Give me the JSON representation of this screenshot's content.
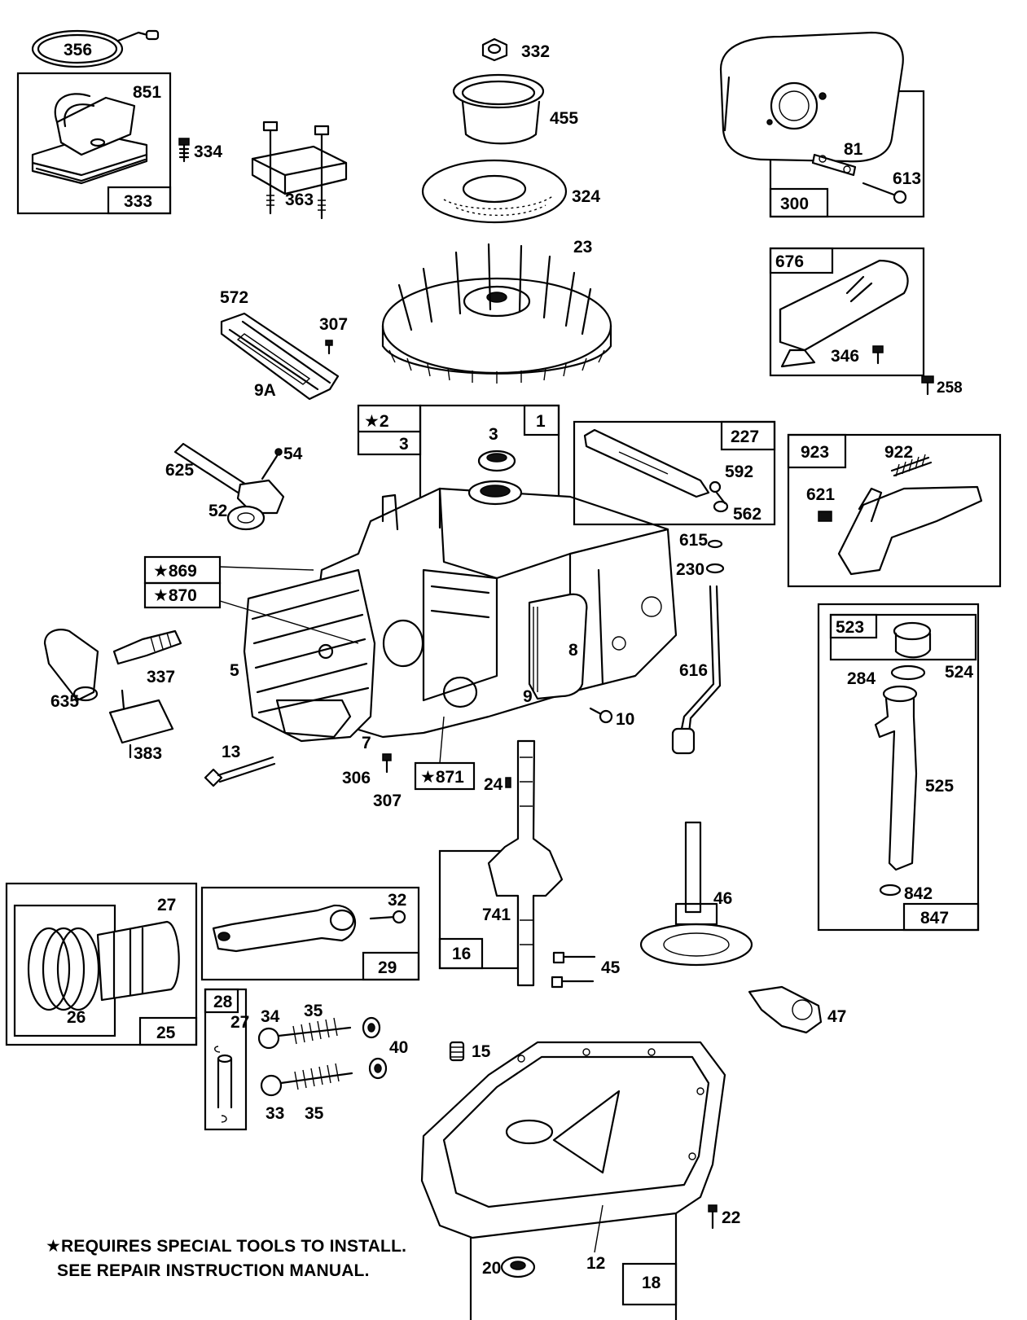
{
  "parts": {
    "p356": "356",
    "p851": "851",
    "p334": "334",
    "p333": "333",
    "p363": "363",
    "p332": "332",
    "p455": "455",
    "p324": "324",
    "p23": "23",
    "p81": "81",
    "p613": "613",
    "p300": "300",
    "p676": "676",
    "p346": "346",
    "p258": "258",
    "p572": "572",
    "p307a": "307",
    "p9a": "9A",
    "p2star": "★2",
    "p3a": "3",
    "p3b": "3",
    "p1": "1",
    "p227": "227",
    "p592": "592",
    "p562": "562",
    "p923": "923",
    "p922": "922",
    "p621": "621",
    "p625": "625",
    "p54": "54",
    "p52": "52",
    "p869": "★869",
    "p870": "★870",
    "p615": "615",
    "p230": "230",
    "p523": "523",
    "p524": "524",
    "p284": "284",
    "p5": "5",
    "p8": "8",
    "p9": "9",
    "p616": "616",
    "p337": "337",
    "p635": "635",
    "p10": "10",
    "p383": "383",
    "p13": "13",
    "p7": "7",
    "p306": "306",
    "p307b": "307",
    "p871": "★871",
    "p24": "24",
    "p525": "525",
    "p27a": "27",
    "p32": "32",
    "p741": "741",
    "p46": "46",
    "p842": "842",
    "p847": "847",
    "p16": "16",
    "p26": "26",
    "p29": "29",
    "p45": "45",
    "p25": "25",
    "p28": "28",
    "p27b": "27",
    "p34": "34",
    "p35a": "35",
    "p40": "40",
    "p47": "47",
    "p15": "15",
    "p33": "33",
    "p35b": "35",
    "p22": "22",
    "p20": "20",
    "p12": "12",
    "p18": "18"
  },
  "note": {
    "line1": "★REQUIRES SPECIAL TOOLS TO INSTALL.",
    "line2": "SEE REPAIR INSTRUCTION MANUAL."
  }
}
